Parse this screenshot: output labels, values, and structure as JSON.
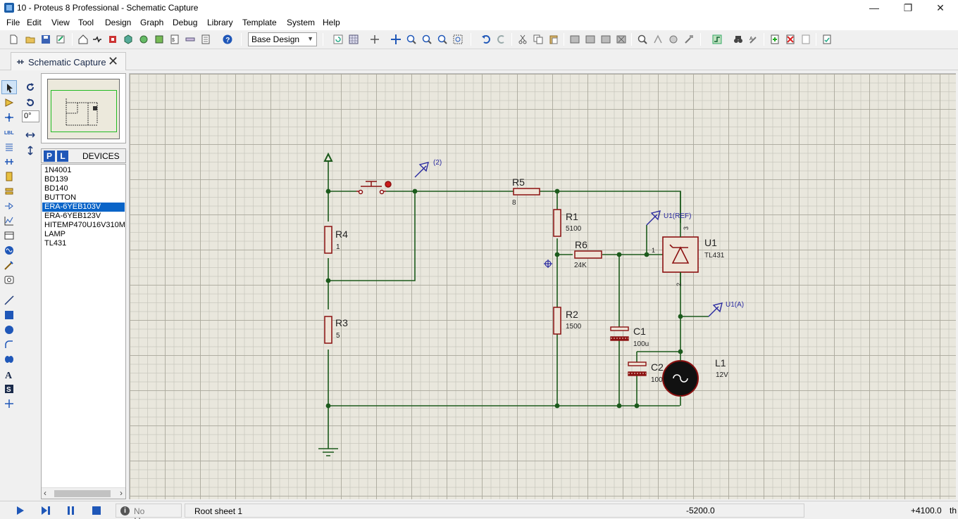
{
  "window": {
    "title": "10 - Proteus 8 Professional - Schematic Capture",
    "minimize_glyph": "—",
    "maximize_glyph": "❐",
    "close_glyph": "✕"
  },
  "menu": [
    "File",
    "Edit",
    "View",
    "Tool",
    "Design",
    "Graph",
    "Debug",
    "Library",
    "Template",
    "System",
    "Help"
  ],
  "toolbar": {
    "design_select": "Base Design"
  },
  "tabs": [
    {
      "label": "Schematic Capture",
      "close_glyph": "✕"
    }
  ],
  "left_panel": {
    "rotation_angle": "0°",
    "devices_buttons": [
      "P",
      "L"
    ],
    "devices_title": "DEVICES",
    "devices": [
      "1N4001",
      "BD139",
      "BD140",
      "BUTTON",
      "ERA-6YEB103V",
      "ERA-6YEB123V",
      "HITEMP470U16V310M",
      "LAMP",
      "TL431"
    ],
    "selected_device": "ERA-6YEB103V"
  },
  "schematic": {
    "components": [
      {
        "ref": "R4",
        "value": "1"
      },
      {
        "ref": "R3",
        "value": "5"
      },
      {
        "ref": "R5",
        "value": "8"
      },
      {
        "ref": "R1",
        "value": "5100"
      },
      {
        "ref": "R6",
        "value": "24K"
      },
      {
        "ref": "R2",
        "value": "1500"
      },
      {
        "ref": "C1",
        "value": "100u"
      },
      {
        "ref": "C2",
        "value": "100"
      },
      {
        "ref": "U1",
        "value": "TL431"
      },
      {
        "ref": "L1",
        "value": "12V"
      }
    ],
    "probes": [
      "(2)",
      "U1(REF)",
      "U1(A)"
    ],
    "pins": [
      "1",
      "2",
      "3"
    ]
  },
  "status": {
    "messages": "No Messages",
    "sheet": "Root sheet 1",
    "x": "-5200.0",
    "y": "+4100.0",
    "unit": "th"
  },
  "colors": {
    "wire": "#1c5a1c",
    "component": "#8b1010",
    "component_fill": "#efe4d7",
    "probe": "#2a2aa0",
    "selection": "#0a64c8"
  }
}
